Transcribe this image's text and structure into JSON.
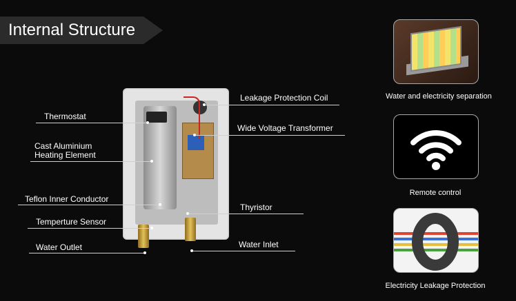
{
  "header": {
    "title": "Internal Structure"
  },
  "left_labels": {
    "thermostat": "Thermostat",
    "heating_element_line1": "Cast Aluminium",
    "heating_element_line2": "Heating Element",
    "teflon": "Teflon Inner Conductor",
    "temp_sensor": "Temperture Sensor",
    "water_outlet": "Water Outlet"
  },
  "right_labels": {
    "leakage_coil": "Leakage Protection Coil",
    "transformer": "Wide Voltage Transformer",
    "thyristor": "Thyristor",
    "water_inlet": "Water Inlet"
  },
  "features": [
    {
      "label": "Water and electricity separation",
      "icon": "separation-panel-icon"
    },
    {
      "label": "Remote control",
      "icon": "wifi-icon"
    },
    {
      "label": "Electricity Leakage Protection",
      "icon": "magnetic-ring-icon"
    }
  ],
  "colors": {
    "background": "#0b0b0b",
    "banner": "#2b2b2b",
    "text": "#ffffff"
  }
}
